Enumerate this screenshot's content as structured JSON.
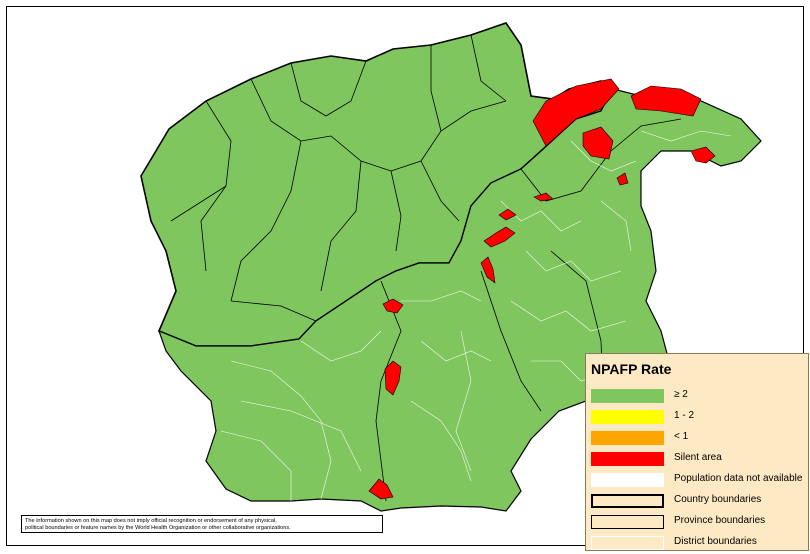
{
  "map": {
    "colors": {
      "green": "#7fc65f",
      "yellow": "#ffff00",
      "orange": "#ffa500",
      "red": "#ff0000",
      "white": "#ffffff",
      "legend_bg": "#fde9c3"
    }
  },
  "legend": {
    "title": "NPAFP Rate",
    "items": [
      {
        "label": "≥ 2",
        "color": "#7fc65f",
        "kind": "fill"
      },
      {
        "label": "1 - 2",
        "color": "#ffff00",
        "kind": "fill"
      },
      {
        "label": "< 1",
        "color": "#ffa500",
        "kind": "fill"
      },
      {
        "label": "Silent area",
        "color": "#ff0000",
        "kind": "fill"
      },
      {
        "label": "Population data not available",
        "color": "#ffffff",
        "kind": "fill"
      },
      {
        "label": "Country boundaries",
        "color": "#000000",
        "kind": "country"
      },
      {
        "label": "Province boundaries",
        "color": "#000000",
        "kind": "province"
      },
      {
        "label": "District boundaries",
        "color": "#ffffff",
        "kind": "district"
      }
    ]
  },
  "disclaimer": {
    "line1": "The information shown on this map does not imply official recognition or endorsement of any physical,",
    "line2": "political boundaries or feature names by the World Health Organization or other collaborative organizations."
  }
}
